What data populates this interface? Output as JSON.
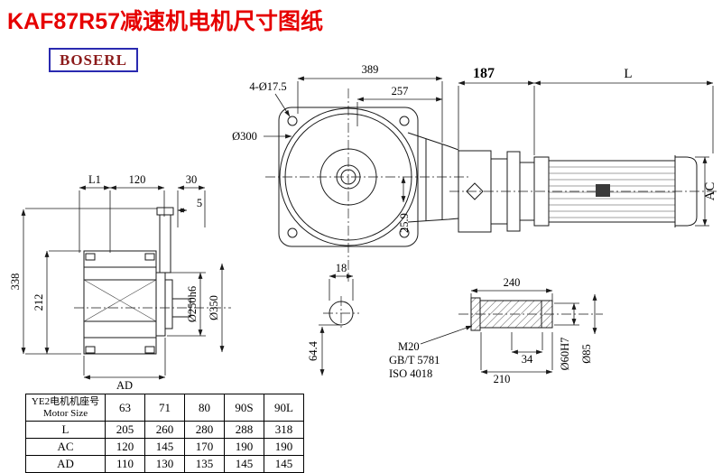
{
  "colors": {
    "title_red": "#e60000",
    "logo_text_maroon": "#8b1a1a",
    "logo_border_blue": "#2a2ab0",
    "line_black": "#1a1a1a"
  },
  "page": {
    "title": "KAF87R57减速机电机尺寸图纸",
    "logo": "BOSERL"
  },
  "front": {
    "dim_overall": "389",
    "dim_257": "257",
    "holes": "4-Ø17.5",
    "flange_dia": "Ø300",
    "dim_25_9": "25.9",
    "dim_18": "18",
    "dim_64_4": "64.4"
  },
  "side": {
    "dim_l1": "L1",
    "dim_120": "120",
    "dim_30": "30",
    "dim_5": "5",
    "dim_338": "338",
    "dim_212": "212",
    "dim_ad": "AD",
    "flange_pilot": "Ø250h6",
    "flange_od": "Ø350"
  },
  "motor": {
    "dim_187": "187",
    "dim_l": "L",
    "dim_ac": "AC"
  },
  "shaft": {
    "dim_240": "240",
    "dim_34": "34",
    "dim_210": "210",
    "thread": "M20",
    "std_gb": "GB/T 5781",
    "std_iso": "ISO 4018",
    "bore": "Ø60H7",
    "dia_85": "Ø85"
  },
  "table": {
    "header": {
      "line1": "YE2电机机座号",
      "line2": "Motor Size"
    },
    "columns": [
      "63",
      "71",
      "80",
      "90S",
      "90L"
    ],
    "rows": [
      {
        "label": "L",
        "values": [
          "205",
          "260",
          "280",
          "288",
          "318"
        ]
      },
      {
        "label": "AC",
        "values": [
          "120",
          "145",
          "170",
          "190",
          "190"
        ]
      },
      {
        "label": "AD",
        "values": [
          "110",
          "130",
          "135",
          "145",
          "145"
        ]
      }
    ]
  }
}
